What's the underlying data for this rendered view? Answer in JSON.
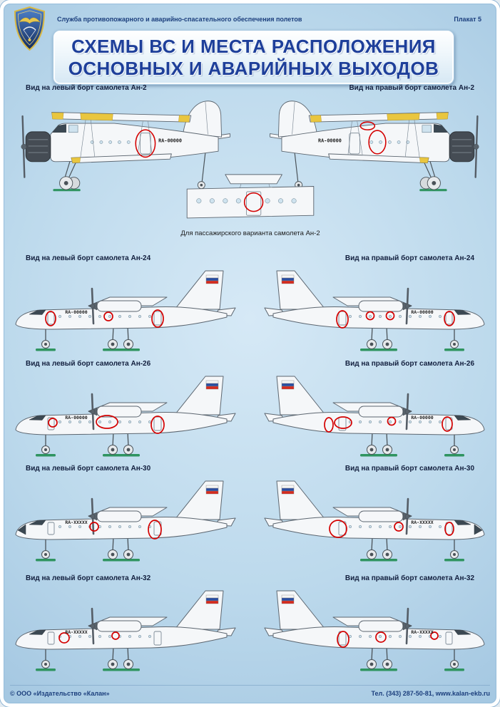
{
  "poster": {
    "header_left": "Служба противопожарного и аварийно-спасательного обеспечения полетов",
    "header_right": "Плакат 5",
    "title_line1": "СХЕМЫ ВС И МЕСТА РАСПОЛОЖЕНИЯ",
    "title_line2": "ОСНОВНЫХ И АВАРИЙНЫХ ВЫХОДОВ",
    "footer_left": "© ООО «Издательство «Калан»",
    "footer_right": "Тел. (343) 287-50-81, www.kalan-ekb.ru"
  },
  "sections": [
    {
      "aircraft": "Ан-2",
      "left_label": "Вид на левый борт самолета Ан-2",
      "right_label": "Вид на правый борт самолета Ан-2",
      "registration": "RA-00000",
      "inset_caption": "Для пассажирского варианта самолета Ан-2"
    },
    {
      "aircraft": "Ан-24",
      "left_label": "Вид на левый борт самолета Ан-24",
      "right_label": "Вид на правый борт самолета Ан-24",
      "registration": "RA-00000"
    },
    {
      "aircraft": "Ан-26",
      "left_label": "Вид на левый борт самолета Ан-26",
      "right_label": "Вид на правый борт самолета Ан-26",
      "registration": "RA-00000"
    },
    {
      "aircraft": "Ан-30",
      "left_label": "Вид на левый борт самолета Ан-30",
      "right_label": "Вид на правый борт самолета Ан-30",
      "registration": "RA-XXXXX"
    },
    {
      "aircraft": "Ан-32",
      "left_label": "Вид на левый борт самолета Ан-32",
      "right_label": "Вид на правый борт самолета Ан-32",
      "registration": "RA-XXXXX"
    }
  ],
  "colors": {
    "title_text": "#1e3f9a",
    "background": "#bcd9ec",
    "exit_marker": "#d40000",
    "ground_mark": "#2f9460",
    "flag_white": "#f5f5f5",
    "flag_blue": "#2a4da0",
    "flag_red": "#d52b1e"
  }
}
